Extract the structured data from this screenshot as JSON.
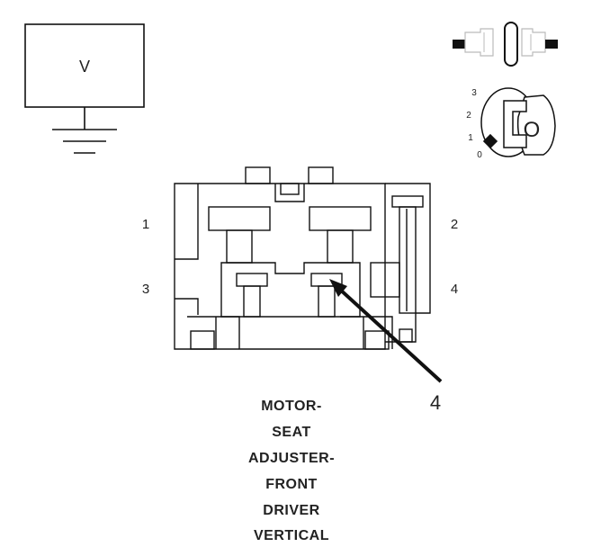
{
  "voltmeter": {
    "label": "V"
  },
  "ignition": {
    "positions": [
      "3",
      "2",
      "1",
      "0"
    ],
    "key_label": "O"
  },
  "connector": {
    "pins": {
      "p1": "1",
      "p2": "2",
      "p3": "3",
      "p4": "4"
    },
    "callout": "4"
  },
  "caption": [
    "MOTOR-",
    "SEAT",
    "ADJUSTER-",
    "FRONT",
    "DRIVER",
    "VERTICAL"
  ]
}
